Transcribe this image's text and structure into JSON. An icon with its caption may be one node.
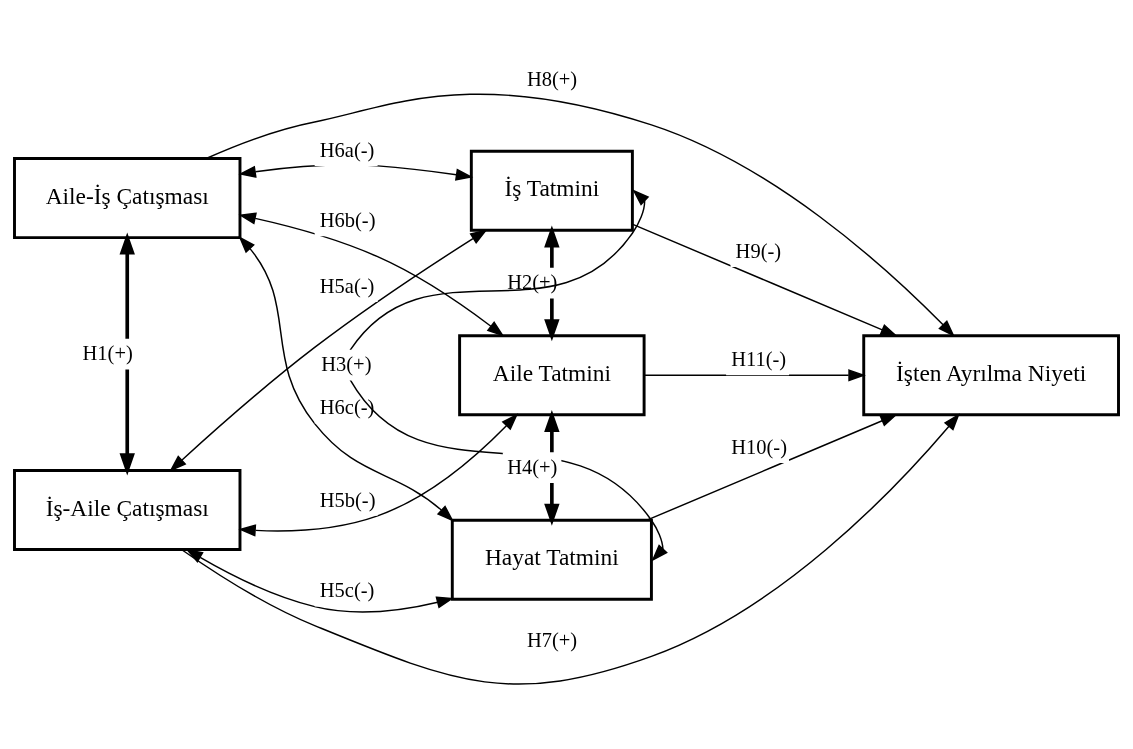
{
  "diagram": {
    "nodes": [
      {
        "text": [
          "Aile-İş Çatışması"
        ]
      },
      {
        "text": [
          "İş Tatmini"
        ]
      },
      {
        "text": [
          "Aile Tatmini"
        ]
      },
      {
        "text": [
          "İşten Ayrılma Niyeti"
        ]
      },
      {
        "text": [
          "İş-Aile Çatışması"
        ]
      },
      {
        "text": [
          "Hayat Tatmini"
        ]
      }
    ],
    "edges": [
      {
        "from": 0,
        "to": 3,
        "arrow": "to",
        "label": "H8(+)"
      },
      {
        "from": 0,
        "to": 1,
        "arrow": "both",
        "label": "H6a(-)"
      },
      {
        "from": 0,
        "to": 2,
        "arrow": "both",
        "label": "H6b(-)"
      },
      {
        "from": 0,
        "to": 5,
        "arrow": "both",
        "label": "H6c(-)"
      },
      {
        "from": 0,
        "to": 4,
        "arrow": "both",
        "label": "H1(+)",
        "style": "thick"
      },
      {
        "from": 4,
        "to": 1,
        "arrow": "both",
        "label": "H5a(-)"
      },
      {
        "from": 4,
        "to": 2,
        "arrow": "both",
        "label": "H5b(-)"
      },
      {
        "from": 4,
        "to": 5,
        "arrow": "both",
        "label": "H5c(-)"
      },
      {
        "from": 1,
        "to": 2,
        "arrow": "both",
        "label": "H2(+)",
        "style": "thick"
      },
      {
        "from": 2,
        "to": 5,
        "arrow": "both",
        "label": "H4(+)",
        "style": "thick"
      },
      {
        "from": 1,
        "to": 5,
        "arrow": "both",
        "label": "H3(+)"
      },
      {
        "from": 1,
        "to": 3,
        "arrow": "to",
        "label": "H9(-)"
      },
      {
        "from": 2,
        "to": 3,
        "arrow": "to",
        "label": "H11(-)"
      },
      {
        "from": 5,
        "to": 3,
        "arrow": "to",
        "label": "H10(-)"
      },
      {
        "from": 4,
        "to": 3,
        "arrow": "to",
        "label": "H7(+)"
      }
    ]
  }
}
